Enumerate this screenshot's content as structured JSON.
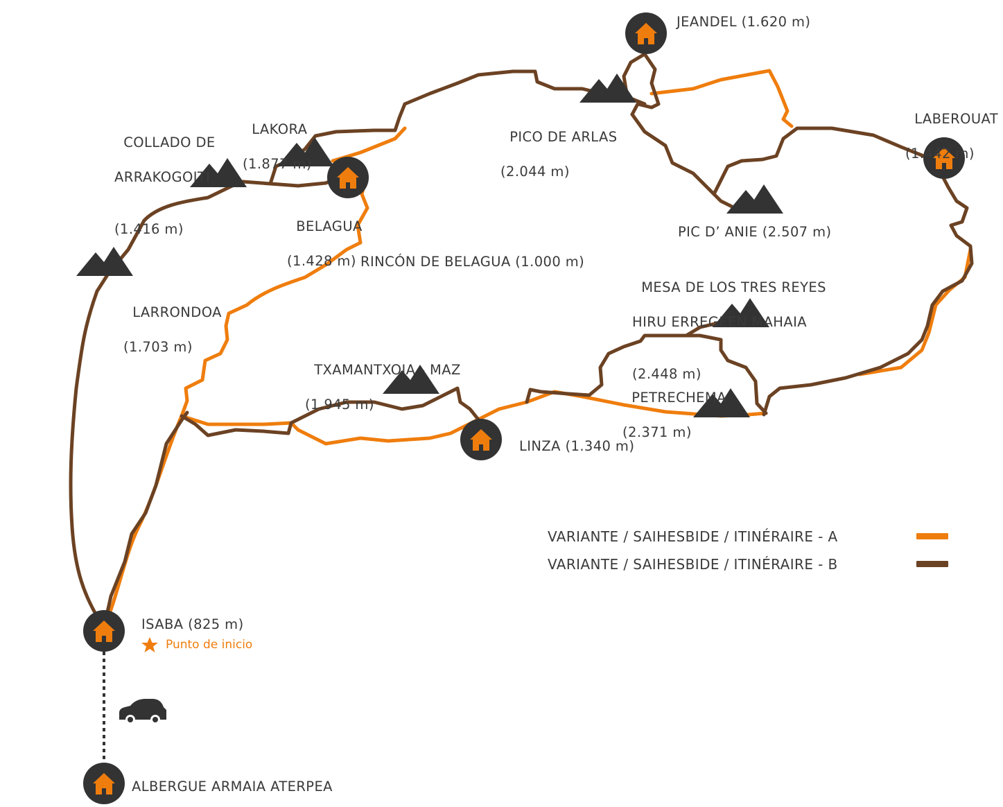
{
  "colors": {
    "route_a": "#ef7d0d",
    "route_b": "#6b4223",
    "marker_dark": "#333333",
    "house": "#ef7d0d",
    "text": "#3a3a3a"
  },
  "huts": [
    {
      "id": "jeandel",
      "name": "JEANDEL (1.620 m)",
      "elev": ""
    },
    {
      "id": "laberouat",
      "name": "LABEROUAT",
      "elev": "(1.442 m)"
    },
    {
      "id": "belagua",
      "name": "BELAGUA",
      "elev": "(1.428 m)"
    },
    {
      "id": "linza",
      "name": "LINZA (1.340 m)",
      "elev": ""
    },
    {
      "id": "isaba",
      "name": "ISABA (825 m)",
      "elev": ""
    },
    {
      "id": "albergue",
      "name": "ALBERGUE ARMAIA ATERPEA",
      "elev": ""
    }
  ],
  "peaks": [
    {
      "id": "collado",
      "name": "COLLADO DE",
      "name2": "ARRAKOGOITI",
      "elev": "(1.416 m)"
    },
    {
      "id": "lakora",
      "name": "LAKORA",
      "elev": "(1.877 m)"
    },
    {
      "id": "arlas",
      "name": "PICO DE ARLAS",
      "elev": "(2.044 m)"
    },
    {
      "id": "anie",
      "name": "PIC D’ ANIE (2.507 m)",
      "elev": ""
    },
    {
      "id": "larrondoa",
      "name": "LARRONDOA",
      "elev": "(1.703 m)"
    },
    {
      "id": "mesa",
      "name": "MESA DE LOS TRES REYES",
      "name2": "HIRU ERREGEEN MAHAIA",
      "elev": "(2.448 m)"
    },
    {
      "id": "txamantxoia",
      "name": "TXAMANTXOIA - MAZ",
      "elev": "(1.945 m)"
    },
    {
      "id": "petrechema",
      "name": "PETRECHEMA",
      "elev": "(2.371 m)"
    }
  ],
  "places": {
    "rincon": "RINCÓN DE BELAGUA (1.000 m)"
  },
  "start_note": "Punto de inicio",
  "icons": {
    "hut": "house-icon",
    "peak": "mountain-icon",
    "car": "car-icon",
    "start": "star-icon"
  },
  "legend": [
    {
      "label": "VARIANTE / SAIHESBIDE / ITINÉRAIRE - A",
      "color": "#ef7d0d"
    },
    {
      "label": "VARIANTE / SAIHESBIDE / ITINÉRAIRE - B",
      "color": "#6b4223"
    }
  ]
}
